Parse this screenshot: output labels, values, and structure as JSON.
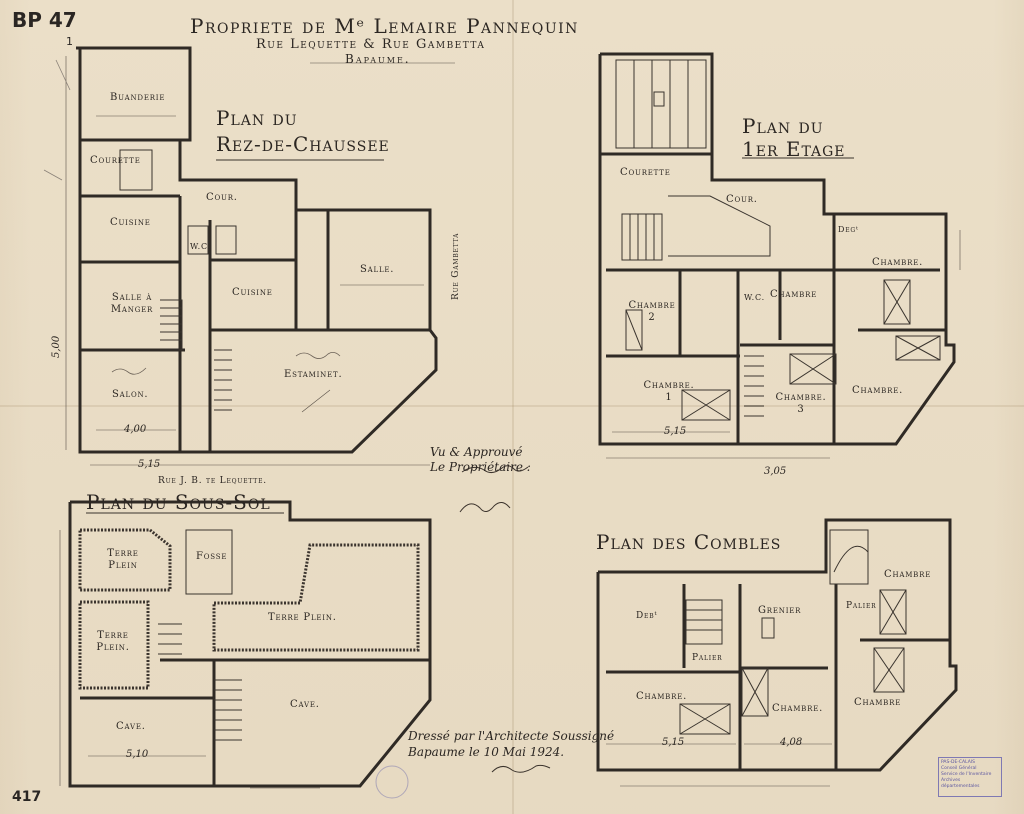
{
  "header": {
    "ref_code": "BP 47",
    "title": "Propriete de Mᵉ Lemaire Pannequin",
    "subtitle": "Rue Lequette & Rue Gambetta",
    "town": "Bapaume."
  },
  "plans": {
    "ground_floor": {
      "title_line1": "Plan du",
      "title_line2": "Rez-de-Chaussee",
      "rooms": {
        "buanderie": "Buanderie",
        "courette": "Courette",
        "cour": "Cour.",
        "cuisine_left": "Cuisine",
        "salle_a_manger": "Salle à Manger",
        "salon": "Salon.",
        "cuisine_center": "Cuisine",
        "salle": "Salle.",
        "estaminet": "Estaminet.",
        "wc": "W.C."
      },
      "street_left": "Rue J. B. te Lequette.",
      "street_right": "Rue Gambetta",
      "dim_total": "5,15",
      "dim_width": "4,00",
      "dim_hauteur": "5,00"
    },
    "first_floor": {
      "title_line1": "Plan du",
      "title_line2": "1er Etage",
      "rooms": {
        "courette": "Courette",
        "cour": "Cour.",
        "chambre_2": "Chambre 2",
        "chambre_1": "Chambre. 1",
        "chambre_3": "Chambre. 3",
        "chambre_right_1": "Chambre.",
        "chambre_right_2": "Chambre.",
        "chambre_small": "Chambre",
        "wc": "W.C.",
        "degt": "Degᵗ"
      },
      "dim_a": "5,15",
      "dim_b": "3,05"
    },
    "basement": {
      "title": "Plan du Sous-Sol",
      "rooms": {
        "terre_plein_1": "Terre Plein",
        "terre_plein_2": "Terre Plein.",
        "terre_plein_3": "Terre Plein.",
        "fosse": "Fosse",
        "cave": "Cave.",
        "cave_2": "Cave."
      },
      "dim_cave": "5,10"
    },
    "attic": {
      "title": "Plan des Combles",
      "rooms": {
        "grenier": "Grenier",
        "palier": "Palier",
        "palier_2": "Palier",
        "chambre_left": "Chambre.",
        "chambre_3": "Chambre.",
        "chambre_right": "Chambre",
        "chambre_top": "Chambre",
        "debt": "Debᵗ"
      },
      "dim_a": "5,15",
      "dim_b": "4,08"
    }
  },
  "notes": {
    "approval_line1": "Vu & Approuvé",
    "approval_line2": "Le Propriétaire :",
    "drawn_by_line1": "Dressé par l'Architecte Soussigné",
    "drawn_by_line2": "Bapaume le 10 Mai 1924."
  },
  "margin": {
    "sheet_number": "417",
    "top_number": "1"
  },
  "stamp": {
    "line1": "PAS-DE-CALAIS",
    "line2": "Conseil Général",
    "line3": "Service de l'Inventaire",
    "line4": "Archives départementales"
  }
}
